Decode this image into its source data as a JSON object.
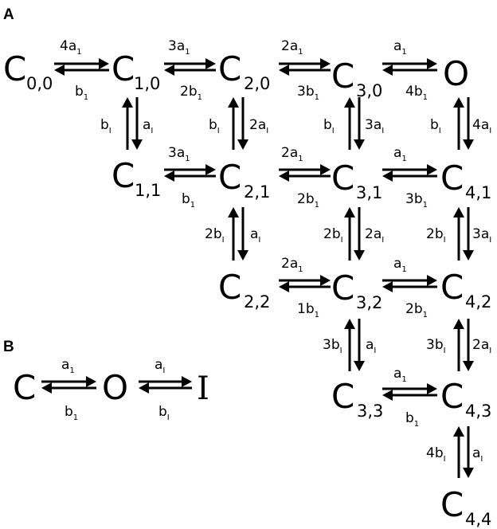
{
  "panels": {
    "a": "A",
    "b": "B"
  },
  "states": [
    {
      "id": "c00",
      "main": "C",
      "sub": "0,0"
    },
    {
      "id": "c10",
      "main": "C",
      "sub": "1,0"
    },
    {
      "id": "c20",
      "main": "C",
      "sub": "2,0"
    },
    {
      "id": "c30",
      "main": "C",
      "sub": "3,0"
    },
    {
      "id": "o",
      "main": "O",
      "sub": ""
    },
    {
      "id": "c11",
      "main": "C",
      "sub": "1,1"
    },
    {
      "id": "c21",
      "main": "C",
      "sub": "2,1"
    },
    {
      "id": "c31",
      "main": "C",
      "sub": "3,1"
    },
    {
      "id": "c41",
      "main": "C",
      "sub": "4,1"
    },
    {
      "id": "c22",
      "main": "C",
      "sub": "2,2"
    },
    {
      "id": "c32",
      "main": "C",
      "sub": "3,2"
    },
    {
      "id": "c42",
      "main": "C",
      "sub": "4,2"
    },
    {
      "id": "c33",
      "main": "C",
      "sub": "3,3"
    },
    {
      "id": "c43",
      "main": "C",
      "sub": "4,3"
    },
    {
      "id": "c44",
      "main": "C",
      "sub": "4,4"
    },
    {
      "id": "bc",
      "main": "C",
      "sub": ""
    },
    {
      "id": "bo",
      "main": "O",
      "sub": ""
    },
    {
      "id": "bi",
      "main": "I",
      "sub": ""
    }
  ],
  "rates": [
    {
      "id": "r1",
      "coef": "4a",
      "sub": "1"
    },
    {
      "id": "r2",
      "coef": "b",
      "sub": "1"
    },
    {
      "id": "r3",
      "coef": "3a",
      "sub": "1"
    },
    {
      "id": "r4",
      "coef": "2b",
      "sub": "1"
    },
    {
      "id": "r5",
      "coef": "2a",
      "sub": "1"
    },
    {
      "id": "r6",
      "coef": "3b",
      "sub": "1"
    },
    {
      "id": "r7",
      "coef": "a",
      "sub": "1"
    },
    {
      "id": "r8",
      "coef": "4b",
      "sub": "1"
    },
    {
      "id": "r9",
      "coef": "b",
      "sub": "I"
    },
    {
      "id": "r10",
      "coef": "a",
      "sub": "I"
    },
    {
      "id": "r11",
      "coef": "b",
      "sub": "I"
    },
    {
      "id": "r12",
      "coef": "2a",
      "sub": "I"
    },
    {
      "id": "r13",
      "coef": "b",
      "sub": "I"
    },
    {
      "id": "r14",
      "coef": "3a",
      "sub": "I"
    },
    {
      "id": "r15",
      "coef": "b",
      "sub": "I"
    },
    {
      "id": "r16",
      "coef": "4a",
      "sub": "I"
    },
    {
      "id": "r17",
      "coef": "3a",
      "sub": "1"
    },
    {
      "id": "r18",
      "coef": "b",
      "sub": "1"
    },
    {
      "id": "r19",
      "coef": "2a",
      "sub": "1"
    },
    {
      "id": "r20",
      "coef": "2b",
      "sub": "1"
    },
    {
      "id": "r21",
      "coef": "a",
      "sub": "1"
    },
    {
      "id": "r22",
      "coef": "3b",
      "sub": "1"
    },
    {
      "id": "r23",
      "coef": "2b",
      "sub": "I"
    },
    {
      "id": "r24",
      "coef": "a",
      "sub": "I"
    },
    {
      "id": "r25",
      "coef": "2b",
      "sub": "I"
    },
    {
      "id": "r26",
      "coef": "2a",
      "sub": "I"
    },
    {
      "id": "r27",
      "coef": "2b",
      "sub": "I"
    },
    {
      "id": "r28",
      "coef": "3a",
      "sub": "I"
    },
    {
      "id": "r29",
      "coef": "2a",
      "sub": "1"
    },
    {
      "id": "r30",
      "coef": "1b",
      "sub": "1"
    },
    {
      "id": "r31",
      "coef": "a",
      "sub": "1"
    },
    {
      "id": "r32",
      "coef": "2b",
      "sub": "1"
    },
    {
      "id": "r33",
      "coef": "3b",
      "sub": "I"
    },
    {
      "id": "r34",
      "coef": "a",
      "sub": "I"
    },
    {
      "id": "r35",
      "coef": "3b",
      "sub": "I"
    },
    {
      "id": "r36",
      "coef": "2a",
      "sub": "I"
    },
    {
      "id": "r37",
      "coef": "a",
      "sub": "1"
    },
    {
      "id": "r38",
      "coef": "b",
      "sub": "1"
    },
    {
      "id": "r39",
      "coef": "4b",
      "sub": "I"
    },
    {
      "id": "r40",
      "coef": "a",
      "sub": "I"
    },
    {
      "id": "r41",
      "coef": "a",
      "sub": "1"
    },
    {
      "id": "r42",
      "coef": "b",
      "sub": "1"
    },
    {
      "id": "r43",
      "coef": "a",
      "sub": "I"
    },
    {
      "id": "r44",
      "coef": "b",
      "sub": "I"
    }
  ]
}
